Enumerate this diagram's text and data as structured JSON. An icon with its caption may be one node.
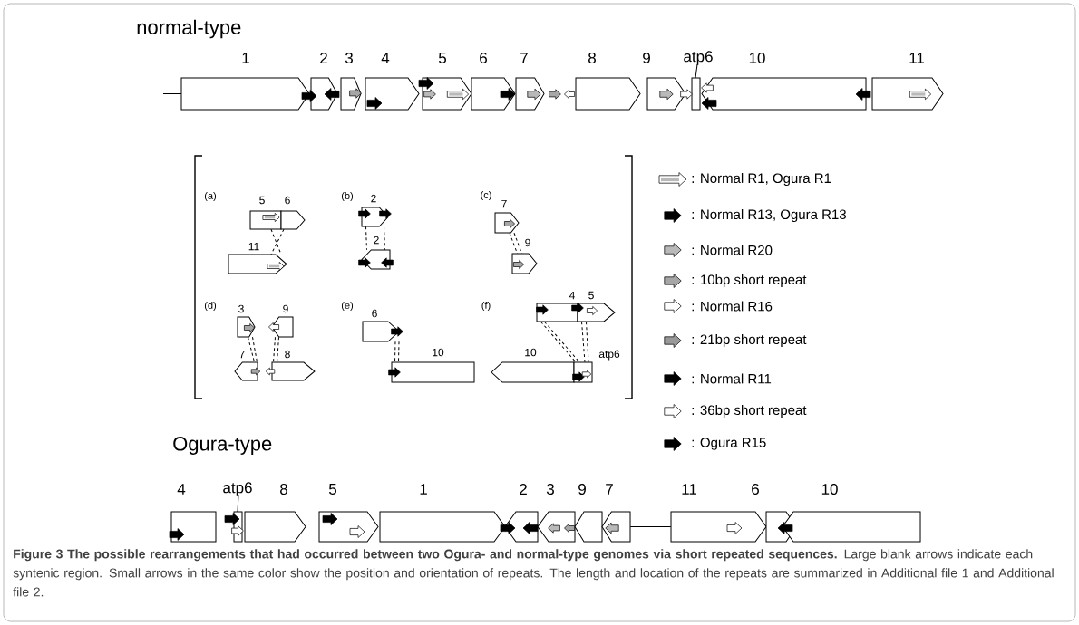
{
  "diagram": {
    "caption": "**Figure 3 The possible rearrangements that had occurred between two Ogura- and normal-type genomes via short repeated sequences.** Large blank arrows indicate each syntenic region. Small arrows in the same color show the position and orientation of repeats. The length and location of the repeats are summarized in Additional file 1 and Additional file 2.",
    "nodes": [
      {
        "text": [
          "1"
        ]
      },
      {
        "text": [
          "2"
        ]
      },
      {
        "text": [
          "3"
        ]
      },
      {
        "text": [
          "4"
        ]
      },
      {
        "text": [
          "5"
        ]
      },
      {
        "text": [
          "6"
        ]
      },
      {
        "text": [
          "7"
        ]
      },
      {
        "text": [
          "8"
        ]
      },
      {
        "text": [
          "9"
        ]
      },
      {
        "text": [
          "atp6"
        ]
      },
      {
        "text": [
          "10"
        ]
      },
      {
        "text": [
          "11"
        ]
      },
      {
        "text": [
          "5"
        ]
      },
      {
        "text": [
          "6"
        ]
      },
      {
        "text": [
          "11"
        ]
      },
      {
        "text": [
          "2"
        ]
      },
      {
        "text": [
          "2"
        ]
      },
      {
        "text": [
          "7"
        ]
      },
      {
        "text": [
          "9"
        ]
      },
      {
        "text": [
          "3"
        ]
      },
      {
        "text": [
          "9"
        ]
      },
      {
        "text": [
          "7"
        ]
      },
      {
        "text": [
          "8"
        ]
      },
      {
        "text": [
          "6"
        ]
      },
      {
        "text": [
          "10"
        ]
      },
      {
        "text": [
          "4"
        ]
      },
      {
        "text": [
          "5"
        ]
      },
      {
        "text": [
          "10"
        ]
      },
      {
        "text": [
          "atp6"
        ]
      },
      {
        "text": [
          "4"
        ]
      },
      {
        "text": [
          "atp6"
        ]
      },
      {
        "text": [
          "8"
        ]
      },
      {
        "text": [
          "5"
        ]
      },
      {
        "text": [
          "1"
        ]
      },
      {
        "text": [
          "2"
        ]
      },
      {
        "text": [
          "3"
        ]
      },
      {
        "text": [
          "9"
        ]
      },
      {
        "text": [
          "7"
        ]
      },
      {
        "text": [
          "11"
        ]
      },
      {
        "text": [
          "6"
        ]
      },
      {
        "text": [
          "10"
        ]
      }
    ],
    "edges": [
      {
        "from": 12,
        "to": 14,
        "arrow": "none",
        "style": "dashed"
      },
      {
        "from": 13,
        "to": 14,
        "arrow": "none",
        "style": "dashed"
      },
      {
        "from": 15,
        "to": 16,
        "arrow": "none",
        "style": "dashed"
      },
      {
        "from": 15,
        "to": 16,
        "arrow": "none",
        "style": "dashed"
      },
      {
        "from": 17,
        "to": 18,
        "arrow": "none",
        "style": "dashed"
      },
      {
        "from": 17,
        "to": 18,
        "arrow": "none",
        "style": "dashed"
      },
      {
        "from": 19,
        "to": 21,
        "arrow": "none",
        "style": "dashed"
      },
      {
        "from": 19,
        "to": 21,
        "arrow": "none",
        "style": "dashed"
      },
      {
        "from": 20,
        "to": 22,
        "arrow": "none",
        "style": "dashed"
      },
      {
        "from": 20,
        "to": 22,
        "arrow": "none",
        "style": "dashed"
      },
      {
        "from": 23,
        "to": 24,
        "arrow": "none",
        "style": "dashed"
      },
      {
        "from": 23,
        "to": 24,
        "arrow": "none",
        "style": "dashed"
      },
      {
        "from": 25,
        "to": 28,
        "arrow": "none",
        "style": "dashed"
      },
      {
        "from": 25,
        "to": 28,
        "arrow": "none",
        "style": "dashed"
      },
      {
        "from": 26,
        "to": 28,
        "arrow": "none",
        "style": "dashed"
      },
      {
        "from": 26,
        "to": 28,
        "arrow": "none",
        "style": "dashed"
      },
      {
        "from": 37,
        "to": 38,
        "arrow": "none"
      }
    ],
    "labels": [
      "normal-type",
      "(a)",
      "(b)",
      "(c)",
      "(d)",
      "(e)",
      "(f)",
      "Ogura-type"
    ],
    "legend": [
      {
        "text": ": Normal R1, Ogura R1"
      },
      {
        "text": ": Normal R13, Ogura R13"
      },
      {
        "text": ": Normal R20"
      },
      {
        "text": ": 10bp short repeat"
      },
      {
        "text": ": Normal R16"
      },
      {
        "text": ": 21bp short repeat"
      },
      {
        "text": ": Normal R11"
      },
      {
        "text": ": 36bp short repeat"
      },
      {
        "text": ": Ogura R15"
      }
    ]
  }
}
